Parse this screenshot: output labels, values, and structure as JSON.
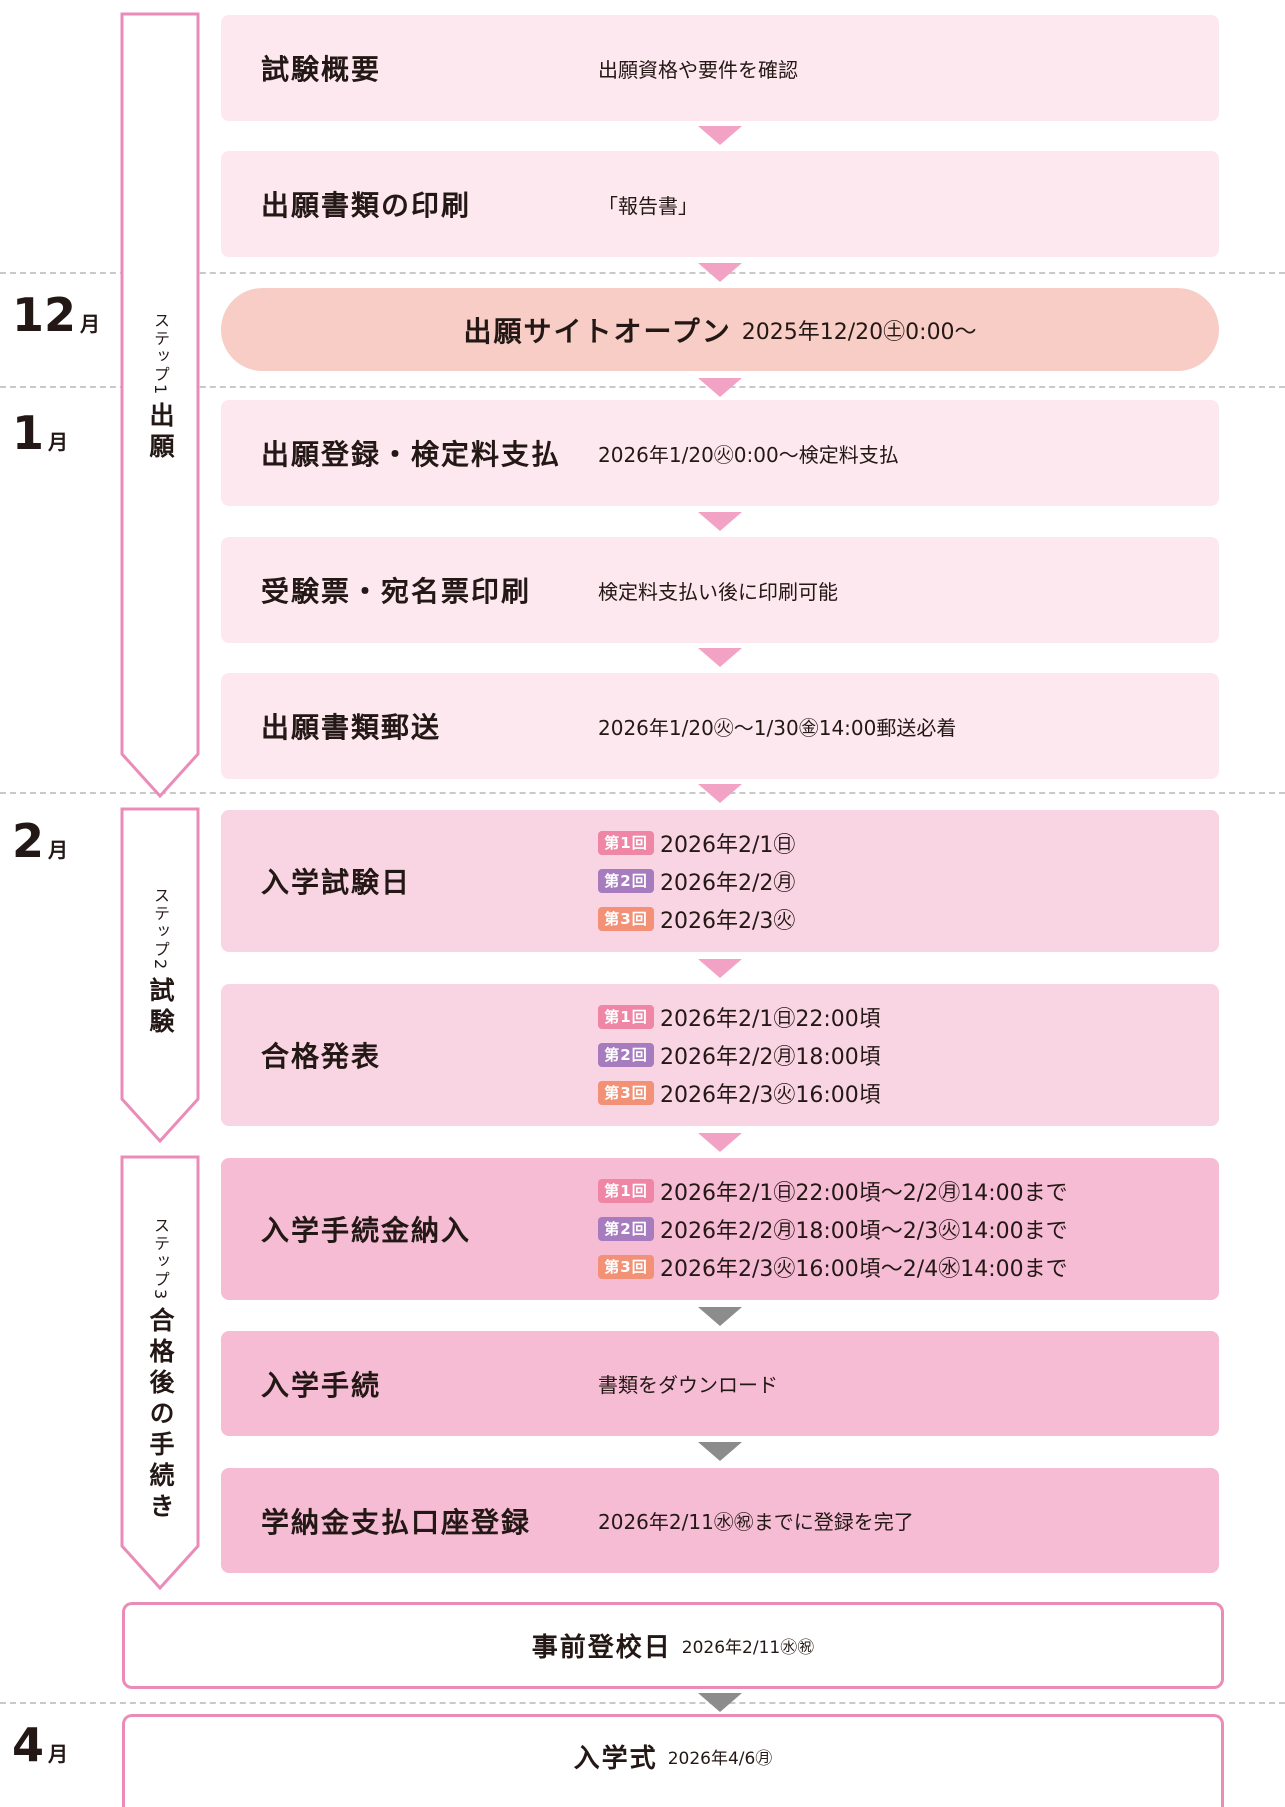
{
  "months": [
    {
      "num": "12",
      "unit": "月"
    },
    {
      "num": "1",
      "unit": "月"
    },
    {
      "num": "2",
      "unit": "月"
    },
    {
      "num": "4",
      "unit": "月"
    }
  ],
  "rails": [
    {
      "step": "ステップ1",
      "name": "出願"
    },
    {
      "step": "ステップ2",
      "name": "試験"
    },
    {
      "step": "ステップ3",
      "name": "合格後の手続き"
    }
  ],
  "step1": {
    "items": [
      {
        "title": "試験概要",
        "desc": "出願資格や要件を確認"
      },
      {
        "title": "出願書類の印刷",
        "desc": "「報告書」"
      },
      {
        "title": "出願登録・検定料支払",
        "desc": "2026年1/20㊋0:00～検定料支払"
      },
      {
        "title": "受験票・宛名票印刷",
        "desc": "検定料支払い後に印刷可能"
      },
      {
        "title": "出願書類郵送",
        "desc": "2026年1/20㊋～1/30㊎14:00郵送必着"
      }
    ],
    "open": {
      "title": "出願サイトオープン",
      "desc": "2025年12/20㊏0:00～"
    }
  },
  "step2": {
    "exam": {
      "title": "入学試験日",
      "lines": [
        {
          "tag": "第1回",
          "text": "2026年2/1㊐"
        },
        {
          "tag": "第2回",
          "text": "2026年2/2㊊"
        },
        {
          "tag": "第3回",
          "text": "2026年2/3㊋"
        }
      ]
    },
    "result": {
      "title": "合格発表",
      "lines": [
        {
          "tag": "第1回",
          "text": "2026年2/1㊐22:00頃"
        },
        {
          "tag": "第2回",
          "text": "2026年2/2㊊18:00頃"
        },
        {
          "tag": "第3回",
          "text": "2026年2/3㊋16:00頃"
        }
      ]
    }
  },
  "step3": {
    "payment": {
      "title": "入学手続金納入",
      "lines": [
        {
          "tag": "第1回",
          "text": "2026年2/1㊐22:00頃～2/2㊊14:00まで"
        },
        {
          "tag": "第2回",
          "text": "2026年2/2㊊18:00頃～2/3㊋14:00まで"
        },
        {
          "tag": "第3回",
          "text": "2026年2/3㊋16:00頃～2/4㊌14:00まで"
        }
      ]
    },
    "procedure": {
      "title": "入学手続",
      "desc": "書類をダウンロード"
    },
    "account": {
      "title": "学納金支払口座登録",
      "desc": "2026年2/11㊌㊗までに登録を完了"
    }
  },
  "pre_day": {
    "title": "事前登校日",
    "desc": "2026年2/11㊌㊗"
  },
  "ceremony": {
    "title": "入学式",
    "desc": "2026年4/6㊊"
  },
  "colors": {
    "step1_box": "#fde8ef",
    "step2_box": "#f9d5e3",
    "step3_box": "#f5bcd4",
    "open_pill": "#f8cdc6",
    "rail": "#eb8cb8",
    "arrow_pink": "#f2a2c4",
    "arrow_gray": "#8c8c8c"
  }
}
